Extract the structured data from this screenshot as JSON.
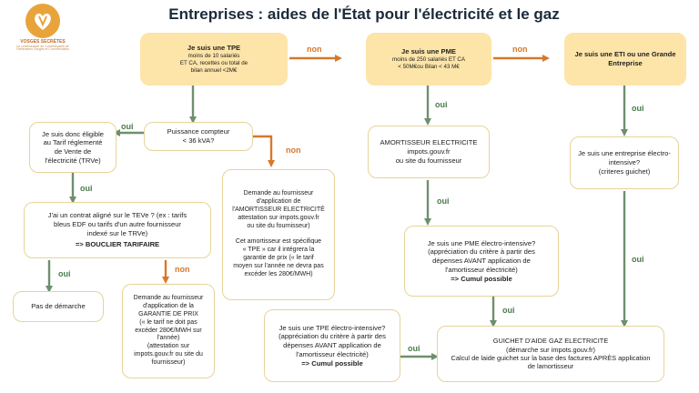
{
  "title": "Entreprises : aides de l'État pour l'électricité et le gaz",
  "logo": {
    "name": "VOSGES SECRÈTES",
    "tagline": "Le communauté de Commerçants de Partenaires Vosges et Commerciales"
  },
  "labels": {
    "yes": "oui",
    "no": "non"
  },
  "colors": {
    "green": "#6e8f6e",
    "orange": "#d6782b",
    "box_fill": "#fde4a8",
    "box_border": "#e7d39a"
  },
  "nodes": {
    "tpe": {
      "title": "Je suis une TPE",
      "detail": "moins de 10 salariés\nET CA, recettes ou total de\nbilan annuel <2M€"
    },
    "pme": {
      "title": "Je suis une PME",
      "detail": "moins de 250 salariés ET CA\n< 50M€ou Bilan < 43 M€"
    },
    "eti": {
      "title": "Je suis une ETI ou une Grande Entreprise"
    },
    "puissance": {
      "text": "Puissance compteur\n< 36 kVA?"
    },
    "trve": {
      "text": "Je suis donc éligible\nau Tarif réglementé\nde Vente de\nl'électricité (TRVe)"
    },
    "contrat": {
      "text": "J'ai un contrat aligné sur le TEVe ? (ex : tarifs\nbleus EDF ou tarifs d'un autre fournisseur\nindexé sur le TRVe)",
      "bold": "=> BOUCLIER TARIFAIRE"
    },
    "pas_demarche": {
      "text": "Pas de démarche"
    },
    "garantie": {
      "text": "Demande au fournisseur\nd'application de la\nGARANTIE DE PRIX\n(« le tarif ne doit pas\nexcéder 280€/MWH sur\nl'année)\n(attestation sur\nimpots.gouv.fr ou site du\nfournisseur)"
    },
    "amort_tpe": {
      "text": "Demande au fournisseur\nd'application de\nl'AMORTISSEUR ELECTRICITÉ\nattestation sur impots.gouv.fr\nou site du fournisseur)\n\nCet amortisseur est spécifique\n« TPE » car il intégrera la\ngarantie de prix (« le tarif\nmoyen sur l'année ne devra pas\nexcéder les 280€/MWH)"
    },
    "amort_pme": {
      "text": "AMORTISSEUR ELECTRICITE\nimpots.gouv.fr\nou site du fournisseur"
    },
    "pme_intensive": {
      "text": "Je suis une PME électro-intensive?\n(appréciation du critère à partir des\ndépenses AVANT application de\nl'amortisseur électricité)",
      "bold": "=> Cumul possible"
    },
    "tpe_intensive": {
      "text": "Je suis une TPE électro-intensive?\n(appréciation du critère à partir des\ndépenses AVANT application de\nl'amortisseur électricité)",
      "bold": "=> Cumul possible"
    },
    "eti_intensive": {
      "text": "Je suis une entreprise électro-\nintensive?\n(criteres guichet)"
    },
    "guichet": {
      "text": "GUICHET D'AIDE GAZ ELECTRICITE\n(démarche sur impots.gouv.fr)\nCalcul de laide guichet sur la base des factures APRÈS application\nde lamortisseur"
    }
  }
}
